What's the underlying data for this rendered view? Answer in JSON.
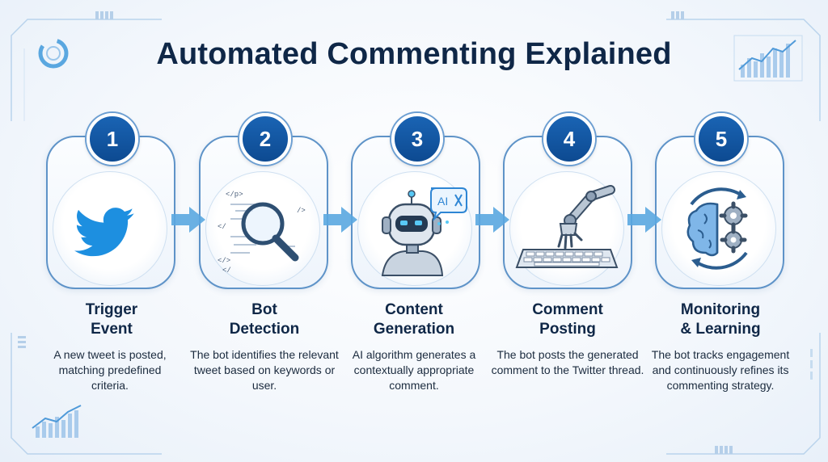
{
  "title": "Automated Commenting Explained",
  "colors": {
    "primary": "#0d4a91",
    "outline": "#5e93c8",
    "twitter": "#1d8fe0",
    "text": "#0f2747"
  },
  "steps": [
    {
      "number": "1",
      "title_line1": "Trigger",
      "title_line2": "Event",
      "description": "A new tweet is posted, matching predefined criteria.",
      "icon": "twitter-bird-icon"
    },
    {
      "number": "2",
      "title_line1": "Bot",
      "title_line2": "Detection",
      "description": "The bot identifies the relevant tweet based on keywords or user.",
      "icon": "magnifier-code-icon",
      "code_tags": [
        "</p>",
        "</",
        "/>",
        "</>",
        "</"
      ]
    },
    {
      "number": "3",
      "title_line1": "Content",
      "title_line2": "Generation",
      "description": "AI algorithm generates a contextually appropriate comment.",
      "icon": "robot-ai-icon",
      "bubble_text": "AI"
    },
    {
      "number": "4",
      "title_line1": "Comment",
      "title_line2": "Posting",
      "description": "The bot posts the generated comment to the Twitter thread.",
      "icon": "robot-arm-keyboard-icon"
    },
    {
      "number": "5",
      "title_line1": "Monitoring",
      "title_line2": "& Learning",
      "description": "The bot tracks engagement and continuously refines its commenting strategy.",
      "icon": "brain-gears-icon"
    }
  ]
}
